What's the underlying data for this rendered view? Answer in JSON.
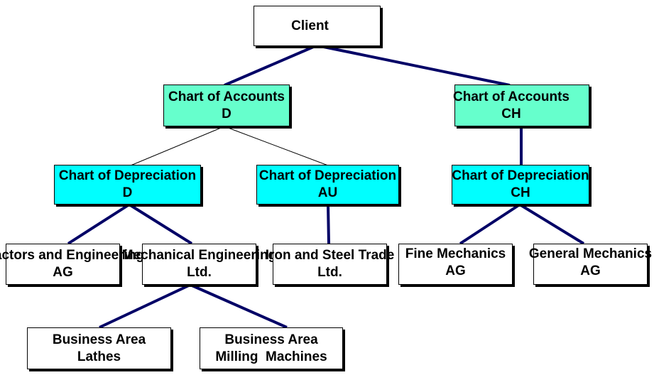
{
  "diagram": {
    "client": {
      "line1": "Client"
    },
    "chart_of_accounts": [
      {
        "line1": "Chart of Accounts",
        "line2": "D"
      },
      {
        "line1": "Chart of Accounts",
        "line2": "CH"
      }
    ],
    "chart_of_depreciation": [
      {
        "line1": "Chart of Depreciation",
        "line2": "D"
      },
      {
        "line1": "Chart of Depreciation",
        "line2": "AU"
      },
      {
        "line1": "Chart of Depreciation",
        "line2": "CH"
      }
    ],
    "companies": [
      {
        "line1": "Tractors and Engineering",
        "line2": "AG"
      },
      {
        "line1": "Mechanical Engineering",
        "line2": "Ltd."
      },
      {
        "line1": "Iron and Steel Trade",
        "line2": "Ltd."
      },
      {
        "line1": "Fine Mechanics",
        "line2": "AG"
      },
      {
        "line1": "General Mechanics",
        "line2": "AG"
      }
    ],
    "business_areas": [
      {
        "line1": "Business Area",
        "line2": "Lathes"
      },
      {
        "line1": "Business Area",
        "line2": "Milling  Machines"
      }
    ]
  },
  "colors": {
    "chart_of_accounts_fill": "#66ffcc",
    "chart_of_depreciation_fill": "#00ffff",
    "connector": "#000066"
  }
}
